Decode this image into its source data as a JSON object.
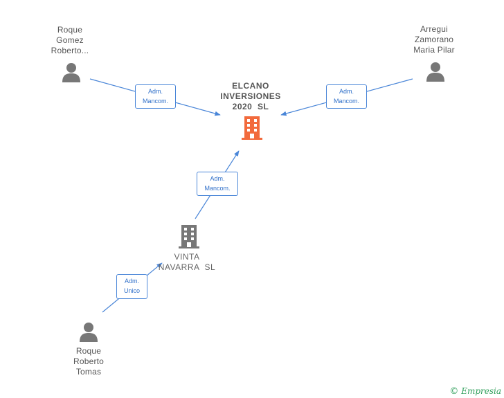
{
  "nodes": {
    "focus": {
      "name": "ELCANO\nINVERSIONES\n2020  SL",
      "color": "#f26a3c"
    },
    "person_left": {
      "name": "Roque\nGomez\nRoberto..."
    },
    "person_right": {
      "name": "Arregui\nZamorano\nMaria Pilar"
    },
    "company_mid": {
      "name": "VINTA\nNAVARRA  SL"
    },
    "person_bottom": {
      "name": "Roque\nRoberto\nTomas"
    }
  },
  "edges": {
    "left": {
      "label": "Adm.\nMancom."
    },
    "right": {
      "label": "Adm.\nMancom."
    },
    "mid": {
      "label": "Adm.\nMancom."
    },
    "bottom": {
      "label": "Adm.\nUnico"
    }
  },
  "colors": {
    "edge": "#4a86d8",
    "icon_gray": "#777777",
    "focus": "#f26a3c"
  },
  "brand": {
    "copyright": "©",
    "name": "Empresia"
  }
}
